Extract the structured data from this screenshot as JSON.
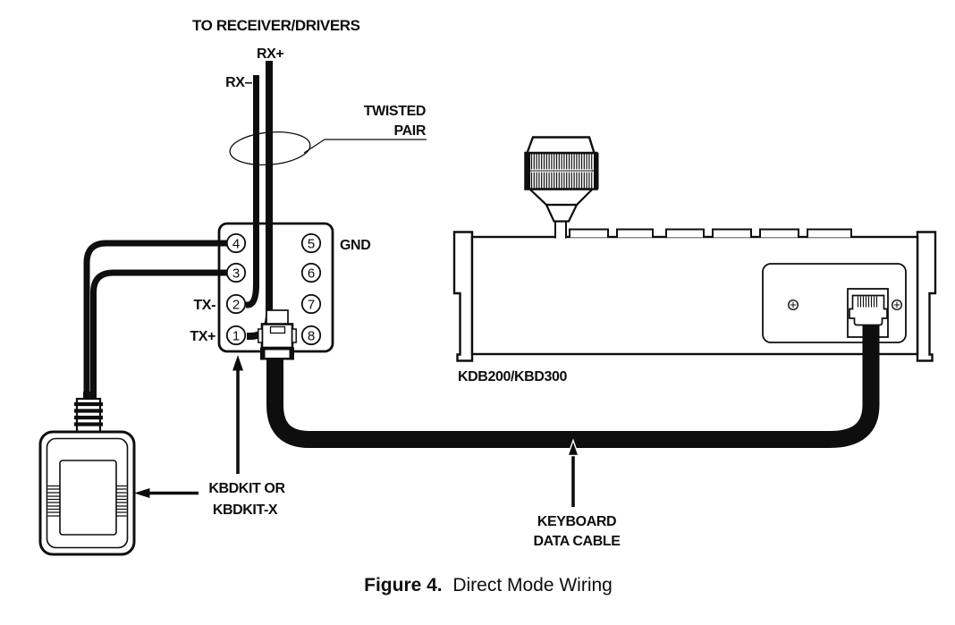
{
  "diagram": {
    "title_caption": {
      "bold": "Figure 4.",
      "rest": "  Direct Mode Wiring"
    },
    "colors": {
      "background": "#ffffff",
      "ink": "#0e0e0e"
    },
    "labels": {
      "to_receiver_drivers": "TO RECEIVER/DRIVERS",
      "rx_plus": "RX+",
      "rx_minus": "RX–",
      "twisted_pair_line1": "TWISTED",
      "twisted_pair_line2": "PAIR",
      "gnd": "GND",
      "tx_minus": "TX-",
      "tx_plus": "TX+",
      "kbdkit_line1": "KBDKIT OR",
      "kbdkit_line2": "KBDKIT-X",
      "keyboard_model": "KDB200/KBD300",
      "data_cable_line1": "KEYBOARD",
      "data_cable_line2": "DATA CABLE"
    },
    "terminals": {
      "left": [
        "4",
        "3",
        "2",
        "1"
      ],
      "right": [
        "5",
        "6",
        "7",
        "8"
      ]
    }
  }
}
